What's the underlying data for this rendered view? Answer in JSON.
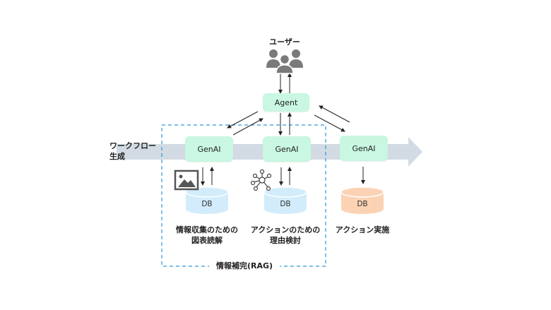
{
  "user": {
    "label": "ユーザー",
    "icon": "users-icon"
  },
  "agent": {
    "label": "Agent"
  },
  "workflow": {
    "label_line1": "ワークフロー",
    "label_line2": "生成"
  },
  "genai": [
    {
      "label": "GenAI"
    },
    {
      "label": "GenAI"
    },
    {
      "label": "GenAI"
    }
  ],
  "databases": [
    {
      "label": "DB",
      "color": "#d3ecfb",
      "icon": "image-icon",
      "caption_line1": "情報収集のための",
      "caption_line2": "図表読解"
    },
    {
      "label": "DB",
      "color": "#d3ecfb",
      "icon": "network-icon",
      "caption_line1": "アクションのための",
      "caption_line2": "理由検討"
    },
    {
      "label": "DB",
      "color": "#fbd3b4",
      "icon": null,
      "caption_line1": "アクション実施",
      "caption_line2": ""
    }
  ],
  "rag_group": {
    "label": "情報補完(RAG)",
    "border_color": "#2a9ad6"
  },
  "colors": {
    "genai_box": "#c9f7e1",
    "flow_arrow": "#d2dbe3",
    "icon_gray": "#7a7a7a"
  }
}
